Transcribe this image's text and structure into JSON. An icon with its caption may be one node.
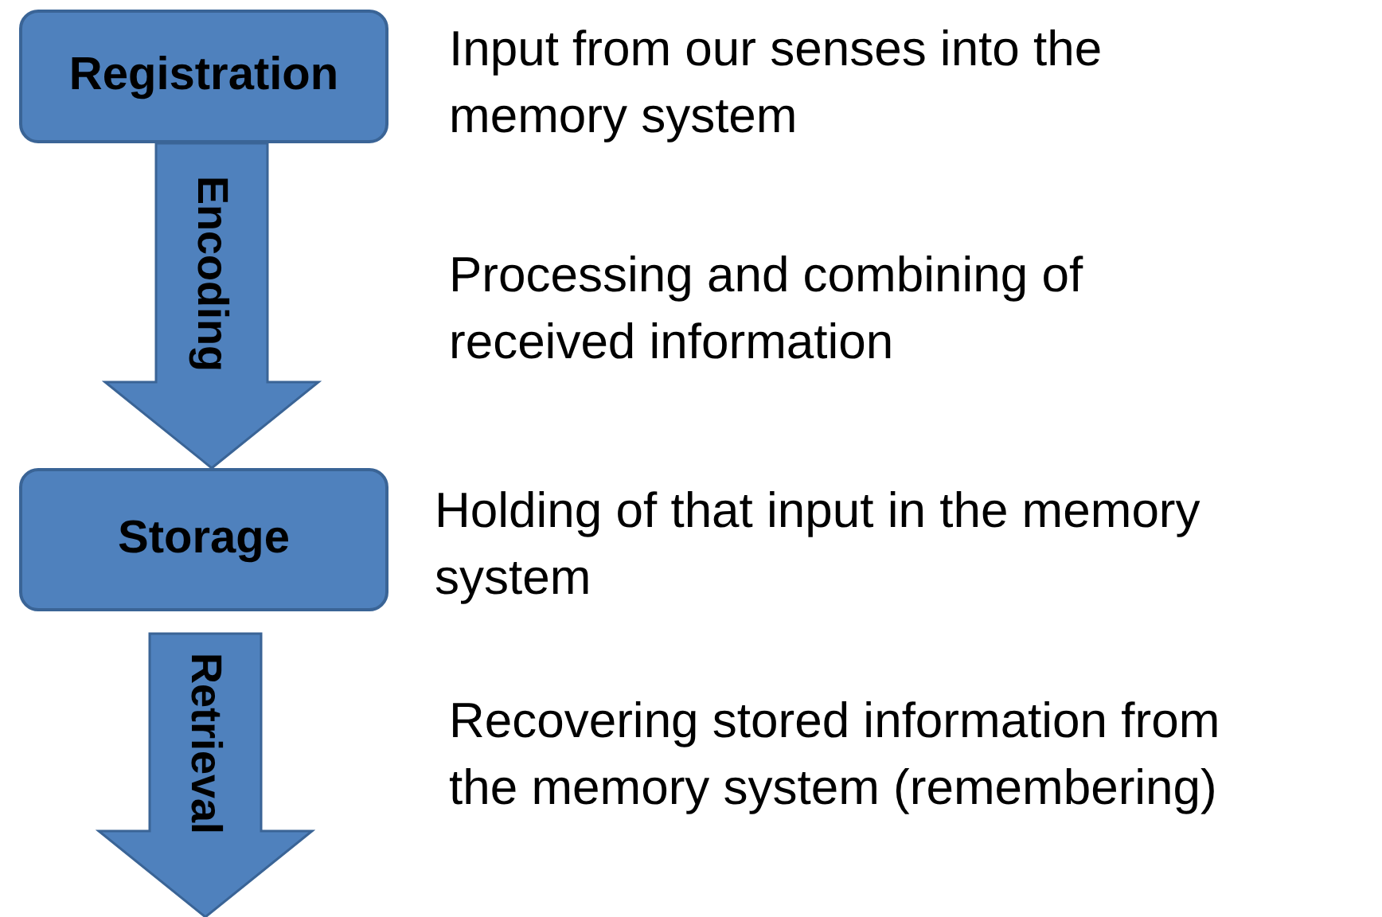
{
  "diagram": {
    "nodes": [
      {
        "text": [
          "Registration"
        ],
        "beside": [
          "Input from our senses into the memory system"
        ]
      },
      {
        "text": [
          "Storage"
        ],
        "beside": [
          "Holding of that input in the memory system"
        ]
      }
    ],
    "edges": [
      {
        "from": 0,
        "to": 1,
        "arrow": "to",
        "label": "Encoding"
      },
      {
        "from": 1,
        "to": null,
        "arrow": "to",
        "label": "Retrieval"
      }
    ],
    "labels": [
      "Processing and combining of received information",
      "Recovering stored information from the memory system (remembering)"
    ]
  }
}
